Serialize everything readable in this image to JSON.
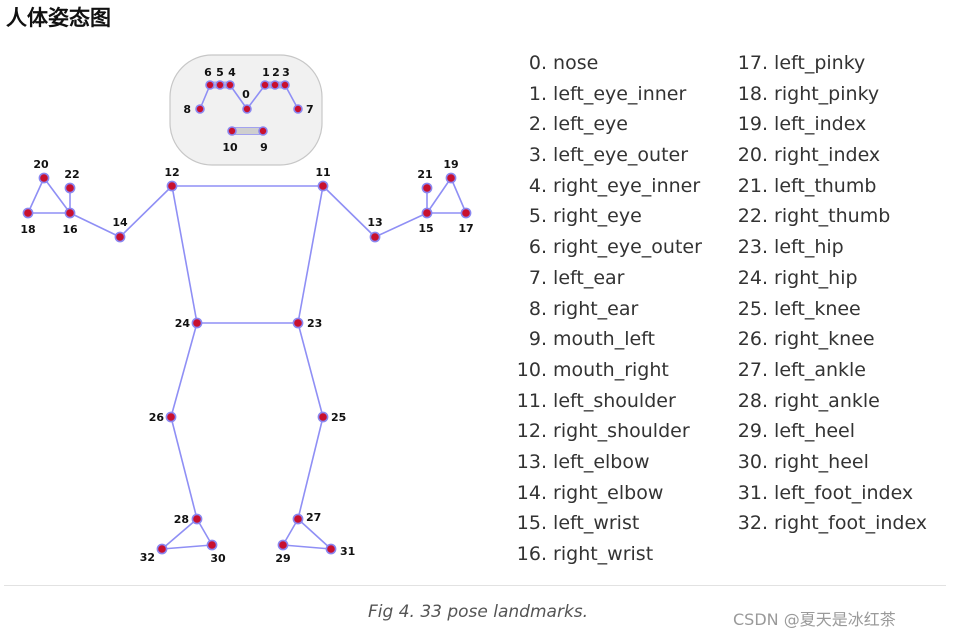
{
  "title": "人体姿态图",
  "landmarks": [
    {
      "index": "0.",
      "name": "nose"
    },
    {
      "index": "1.",
      "name": "left_eye_inner"
    },
    {
      "index": "2.",
      "name": "left_eye"
    },
    {
      "index": "3.",
      "name": "left_eye_outer"
    },
    {
      "index": "4.",
      "name": "right_eye_inner"
    },
    {
      "index": "5.",
      "name": "right_eye"
    },
    {
      "index": "6.",
      "name": "right_eye_outer"
    },
    {
      "index": "7.",
      "name": "left_ear"
    },
    {
      "index": "8.",
      "name": "right_ear"
    },
    {
      "index": "9.",
      "name": "mouth_left"
    },
    {
      "index": "10.",
      "name": "mouth_right"
    },
    {
      "index": "11.",
      "name": "left_shoulder"
    },
    {
      "index": "12.",
      "name": "right_shoulder"
    },
    {
      "index": "13.",
      "name": "left_elbow"
    },
    {
      "index": "14.",
      "name": "right_elbow"
    },
    {
      "index": "15.",
      "name": "left_wrist"
    },
    {
      "index": "16.",
      "name": "right_wrist"
    },
    {
      "index": "17.",
      "name": "left_pinky"
    },
    {
      "index": "18.",
      "name": "right_pinky"
    },
    {
      "index": "19.",
      "name": "left_index"
    },
    {
      "index": "20.",
      "name": "right_index"
    },
    {
      "index": "21.",
      "name": "left_thumb"
    },
    {
      "index": "22.",
      "name": "right_thumb"
    },
    {
      "index": "23.",
      "name": "left_hip"
    },
    {
      "index": "24.",
      "name": "right_hip"
    },
    {
      "index": "25.",
      "name": "left_knee"
    },
    {
      "index": "26.",
      "name": "right_knee"
    },
    {
      "index": "27.",
      "name": "left_ankle"
    },
    {
      "index": "28.",
      "name": "right_ankle"
    },
    {
      "index": "29.",
      "name": "left_heel"
    },
    {
      "index": "30.",
      "name": "right_heel"
    },
    {
      "index": "31.",
      "name": "left_foot_index"
    },
    {
      "index": "32.",
      "name": "right_foot_index"
    }
  ],
  "caption": "Fig 4. 33 pose landmarks.",
  "watermark": "CSDN @夏天是冰红茶",
  "colors": {
    "bone": "#8f8ff5",
    "joint_fill": "#c8102e",
    "joint_ring": "#8a86f0",
    "face_box": "#f1f1f1",
    "face_box_border": "#c7c7c7"
  }
}
